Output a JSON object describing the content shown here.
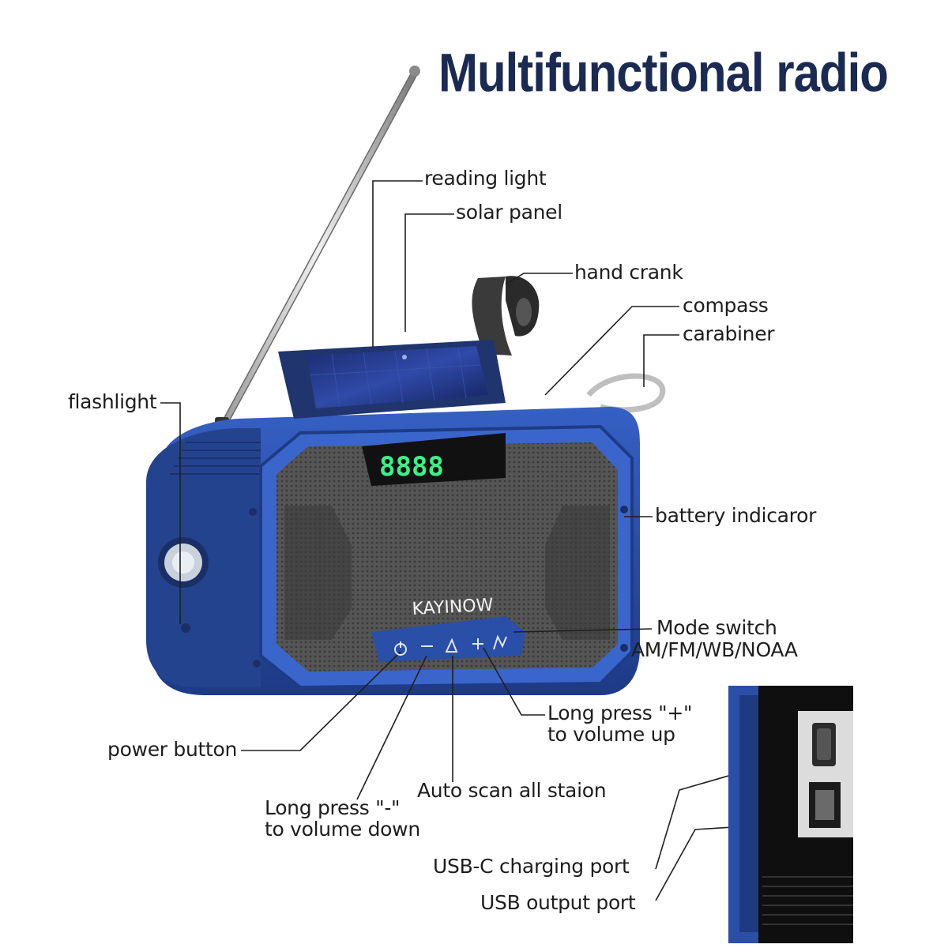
{
  "title": "Multifunctional radio",
  "brand": "KAYINOW",
  "display": "8888",
  "labels": {
    "reading_light": "reading light",
    "solar_panel": "solar panel",
    "hand_crank": "hand crank",
    "compass": "compass",
    "carabiner": "carabiner",
    "flashlight": "flashlight",
    "battery_indicator": "battery indicaror",
    "mode_switch_line1": "Mode switch",
    "mode_switch_line2": "AM/FM/WB/NOAA",
    "volume_up_line1": "Long press \"+\"",
    "volume_up_line2": "to volume up",
    "power_button": "power button",
    "auto_scan": "Auto scan all staion",
    "volume_down_line1": "Long press \"-\"",
    "volume_down_line2": "to volume down",
    "usb_c_port": "USB-C charging port",
    "usb_output_port": "USB output port"
  },
  "colors": {
    "title": "#1a2a52",
    "body_blue": "#2b4fa8",
    "body_dark": "#1f3a80",
    "grille": "#4a4a4a",
    "display_digits": "#3cf08a"
  },
  "icons": [
    "power-icon",
    "volume-down-icon",
    "scan-icon",
    "volume-up-icon",
    "mode-icon"
  ]
}
